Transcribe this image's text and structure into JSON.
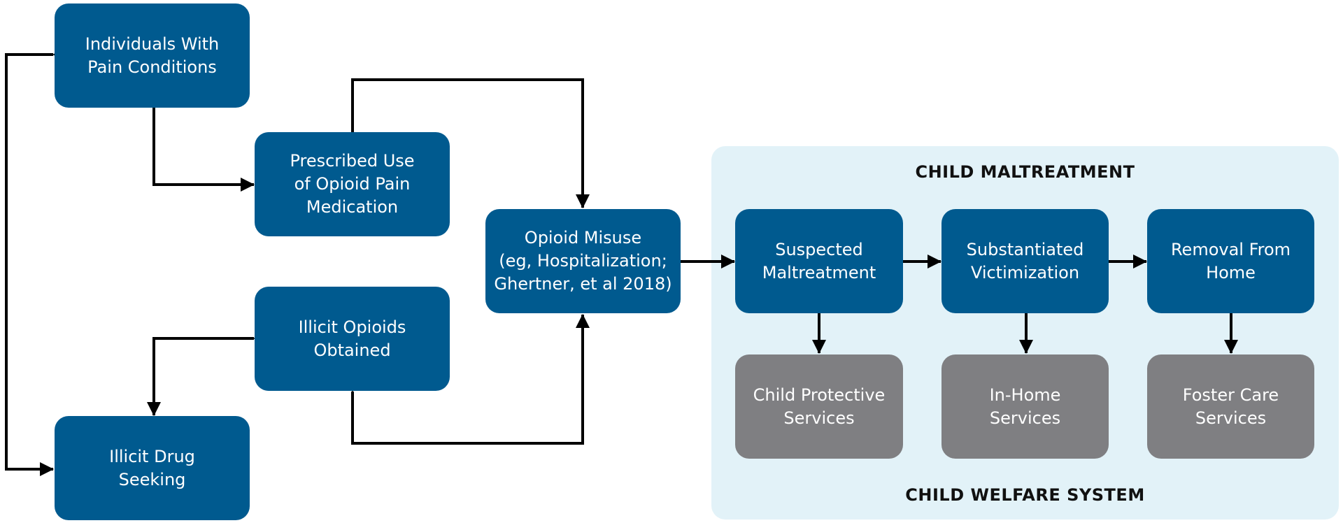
{
  "diagram": {
    "panel": {
      "top_title": "CHILD MALTREATMENT",
      "bottom_title": "CHILD WELFARE SYSTEM"
    },
    "nodes": {
      "pain_conditions": "Individuals With\nPain Conditions",
      "prescribed_use": "Prescribed Use\nof Opioid Pain\nMedication",
      "illicit_opioids": "Illicit Opioids\nObtained",
      "illicit_drug_seeking": "Illicit Drug\nSeeking",
      "opioid_misuse": "Opioid Misuse\n(eg, Hospitalization;\nGhertner, et al 2018)",
      "suspected_maltreatment": "Suspected\nMaltreatment",
      "substantiated_victimization": "Substantiated\nVictimization",
      "removal_from_home": "Removal From\nHome",
      "child_protective_services": "Child Protective\nServices",
      "in_home_services": "In-Home\nServices",
      "foster_care_services": "Foster Care\nServices"
    },
    "colors": {
      "blue_box": "#005a8f",
      "gray_box": "#7f7f82",
      "panel_bg": "#e2f2f8",
      "arrow": "#000000"
    }
  }
}
